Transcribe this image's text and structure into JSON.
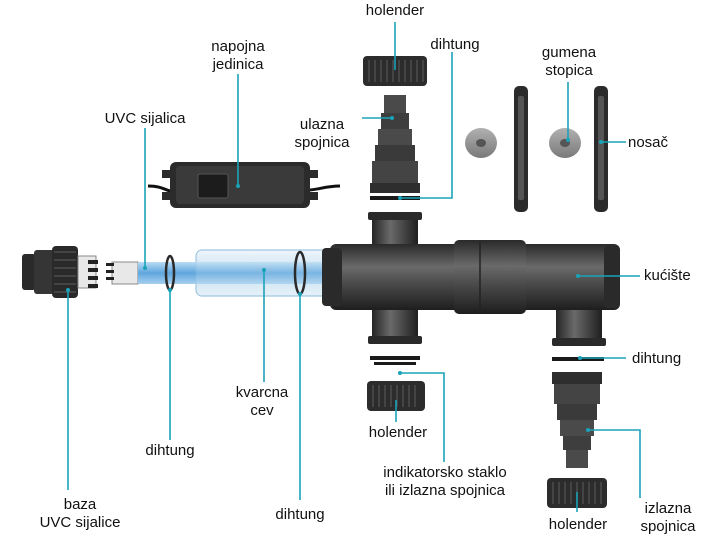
{
  "diagram": {
    "labels": {
      "holender_top": "holender",
      "dihtung_top": "dihtung",
      "gumena_stopica": [
        "gumena",
        "stopica"
      ],
      "napojna_jedinica": [
        "napojna",
        "jedinica"
      ],
      "ulazna_spojnica": [
        "ulazna",
        "spojnica"
      ],
      "nosac": "nosač",
      "uvc_sijalica": "UVC sijalica",
      "kuciste": "kućište",
      "dihtung_right": "dihtung",
      "kvarcna_cev": [
        "kvarcna",
        "cev"
      ],
      "holender_mid": "holender",
      "dihtung_left": "dihtung",
      "indikatorsko_staklo": [
        "indikatorsko staklo",
        "ili izlazna spojnica"
      ],
      "baza_uvc": [
        "baza",
        "UVC sijalice"
      ],
      "dihtung_bottom": "dihtung",
      "holender_bottom": "holender",
      "izlazna_spojnica": [
        "izlazna",
        "spojnica"
      ]
    },
    "colors": {
      "leader": "#1aa3b8",
      "body_dark": "#3a3a3a",
      "body_mid": "#5a5a5a",
      "quartz": "#cfe6f5",
      "lamp": "#7fb9e6",
      "label_text": "#111111"
    }
  }
}
